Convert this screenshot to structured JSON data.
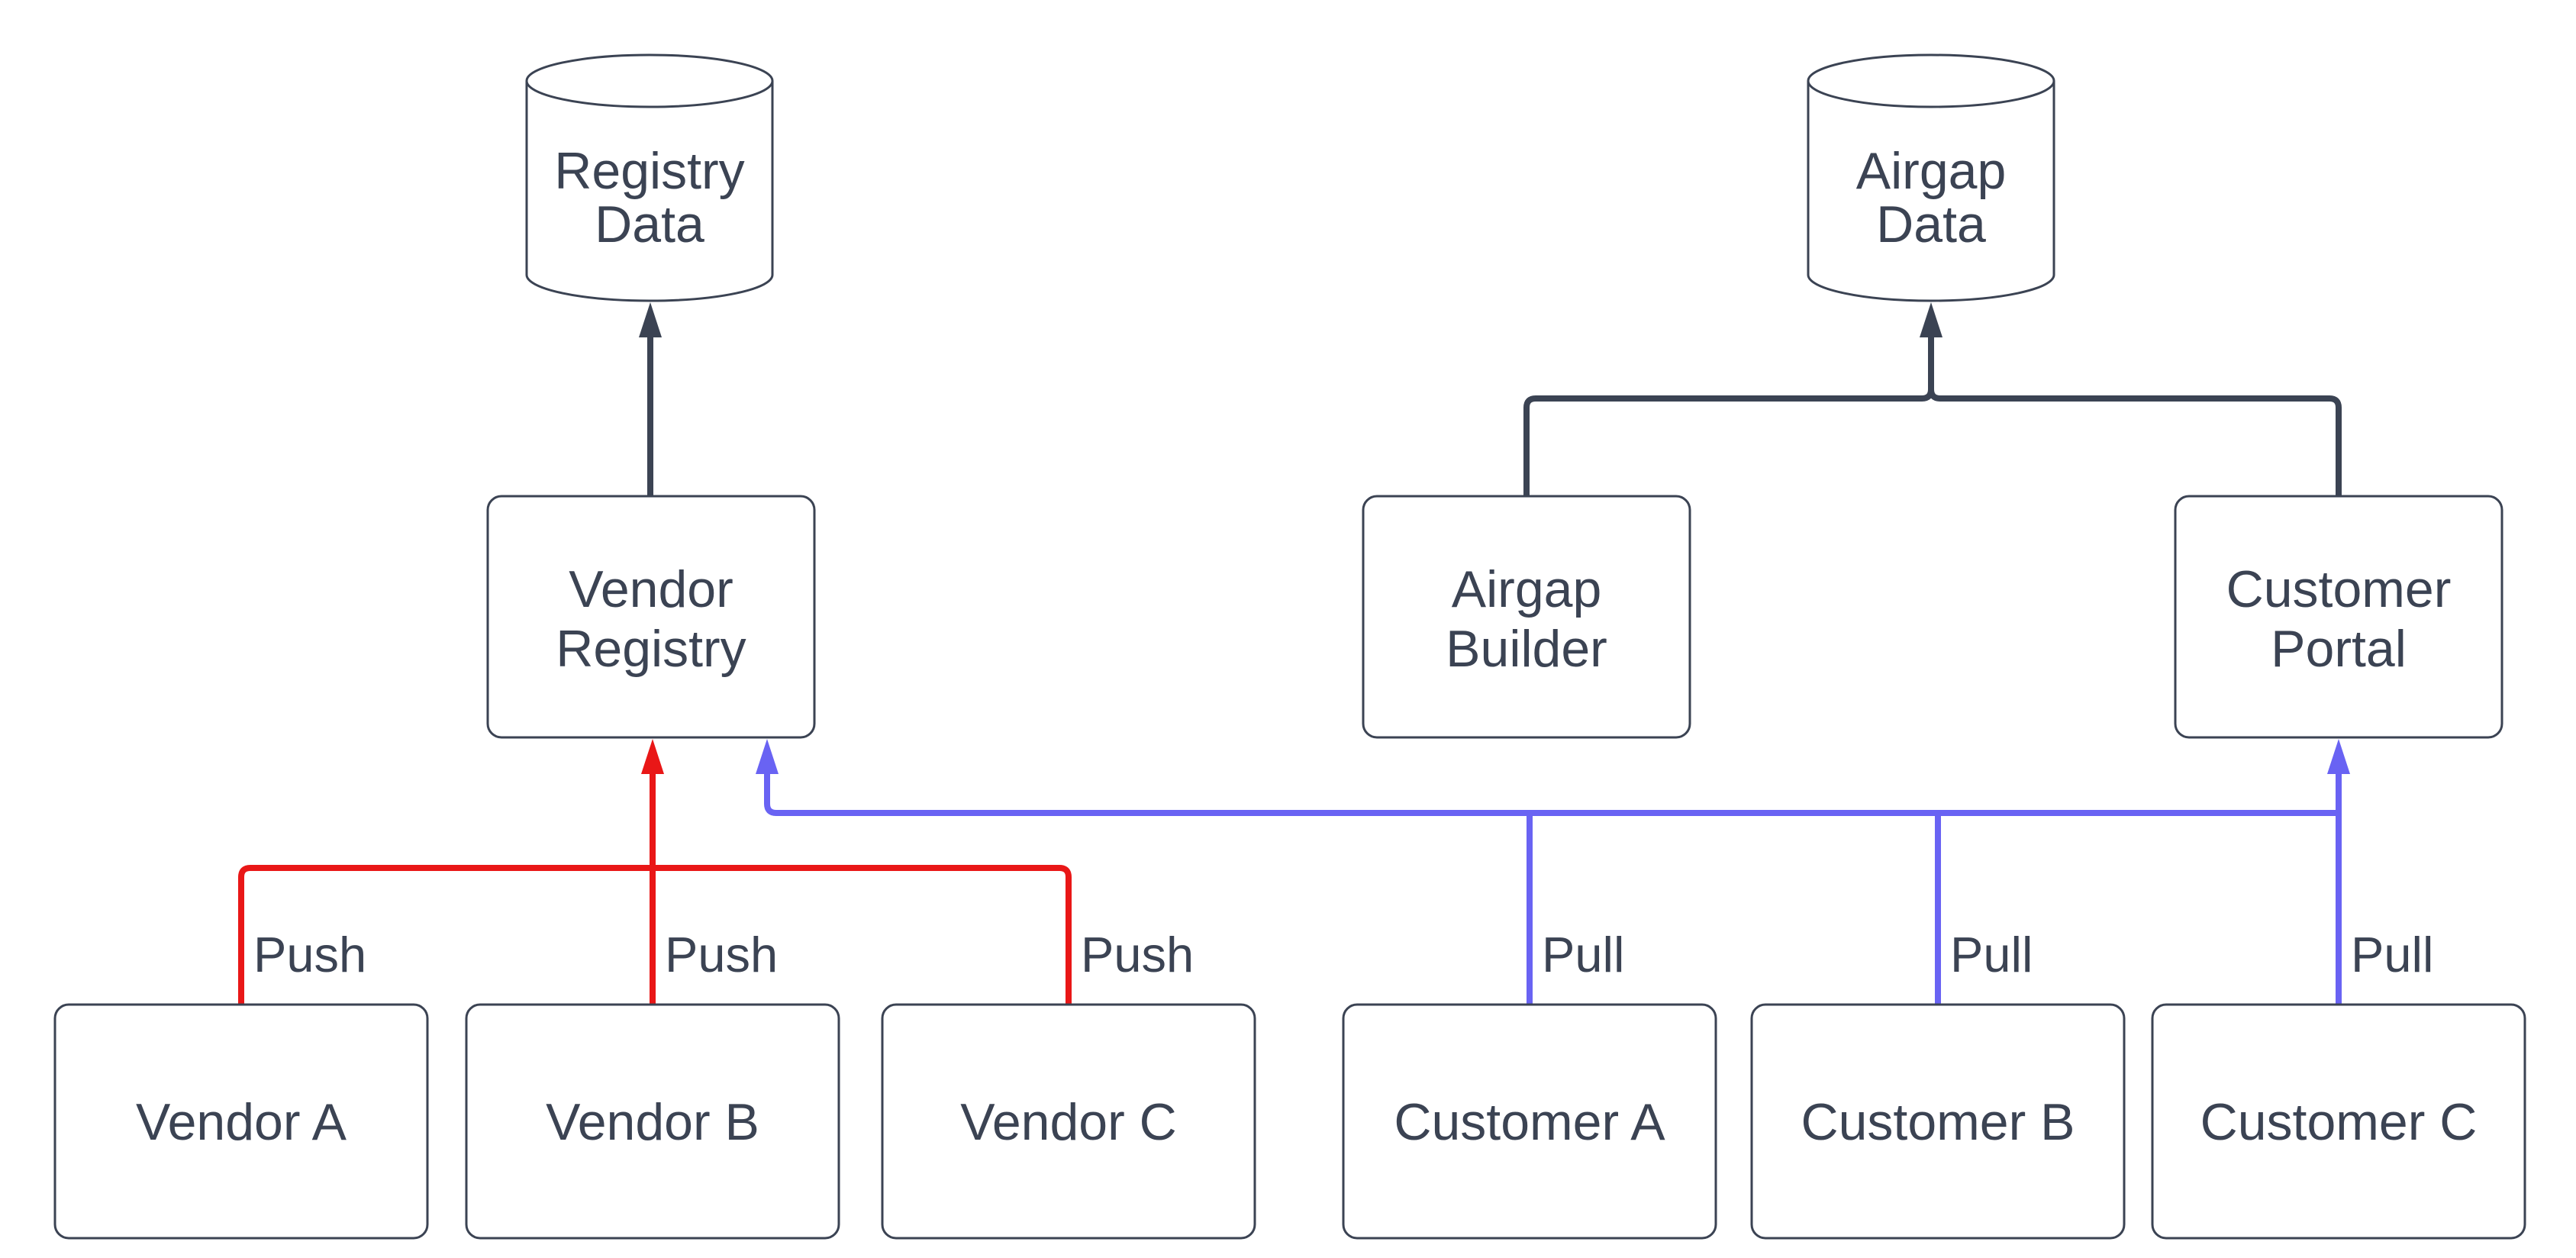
{
  "diagram": {
    "colors": {
      "background": "#ffffff",
      "node_stroke": "#3b4353",
      "text": "#3b4353",
      "push_edge": "#e91717",
      "pull_edge": "#6963f3",
      "data_edge": "#3b4353"
    },
    "cylinders": {
      "registry_data": {
        "line1": "Registry",
        "line2": "Data"
      },
      "airgap_data": {
        "line1": "Airgap",
        "line2": "Data"
      }
    },
    "mid_nodes": {
      "vendor_registry": {
        "line1": "Vendor",
        "line2": "Registry"
      },
      "airgap_builder": {
        "line1": "Airgap",
        "line2": "Builder"
      },
      "customer_portal": {
        "line1": "Customer",
        "line2": "Portal"
      }
    },
    "bottom_nodes": {
      "vendor_a": {
        "label": "Vendor A"
      },
      "vendor_b": {
        "label": "Vendor B"
      },
      "vendor_c": {
        "label": "Vendor C"
      },
      "customer_a": {
        "label": "Customer A"
      },
      "customer_b": {
        "label": "Customer B"
      },
      "customer_c": {
        "label": "Customer C"
      }
    },
    "edges": {
      "vendor_a_push": {
        "label": "Push",
        "from": "Vendor A",
        "to": "Vendor Registry"
      },
      "vendor_b_push": {
        "label": "Push",
        "from": "Vendor B",
        "to": "Vendor Registry"
      },
      "vendor_c_push": {
        "label": "Push",
        "from": "Vendor C",
        "to": "Vendor Registry"
      },
      "customer_a_pull": {
        "label": "Pull",
        "from": "Customer A",
        "to": "Vendor Registry"
      },
      "customer_b_pull": {
        "label": "Pull",
        "from": "Customer B",
        "to": "Vendor Registry"
      },
      "customer_c_pull": {
        "label": "Pull",
        "from": "Customer C",
        "to": "Customer Portal"
      },
      "vendor_registry_to_registry_data": {
        "from": "Vendor Registry",
        "to": "Registry Data"
      },
      "airgap_builder_to_airgap_data": {
        "from": "Airgap Builder",
        "to": "Airgap Data"
      },
      "customer_portal_to_airgap_data": {
        "from": "Customer Portal",
        "to": "Airgap Data"
      }
    }
  }
}
